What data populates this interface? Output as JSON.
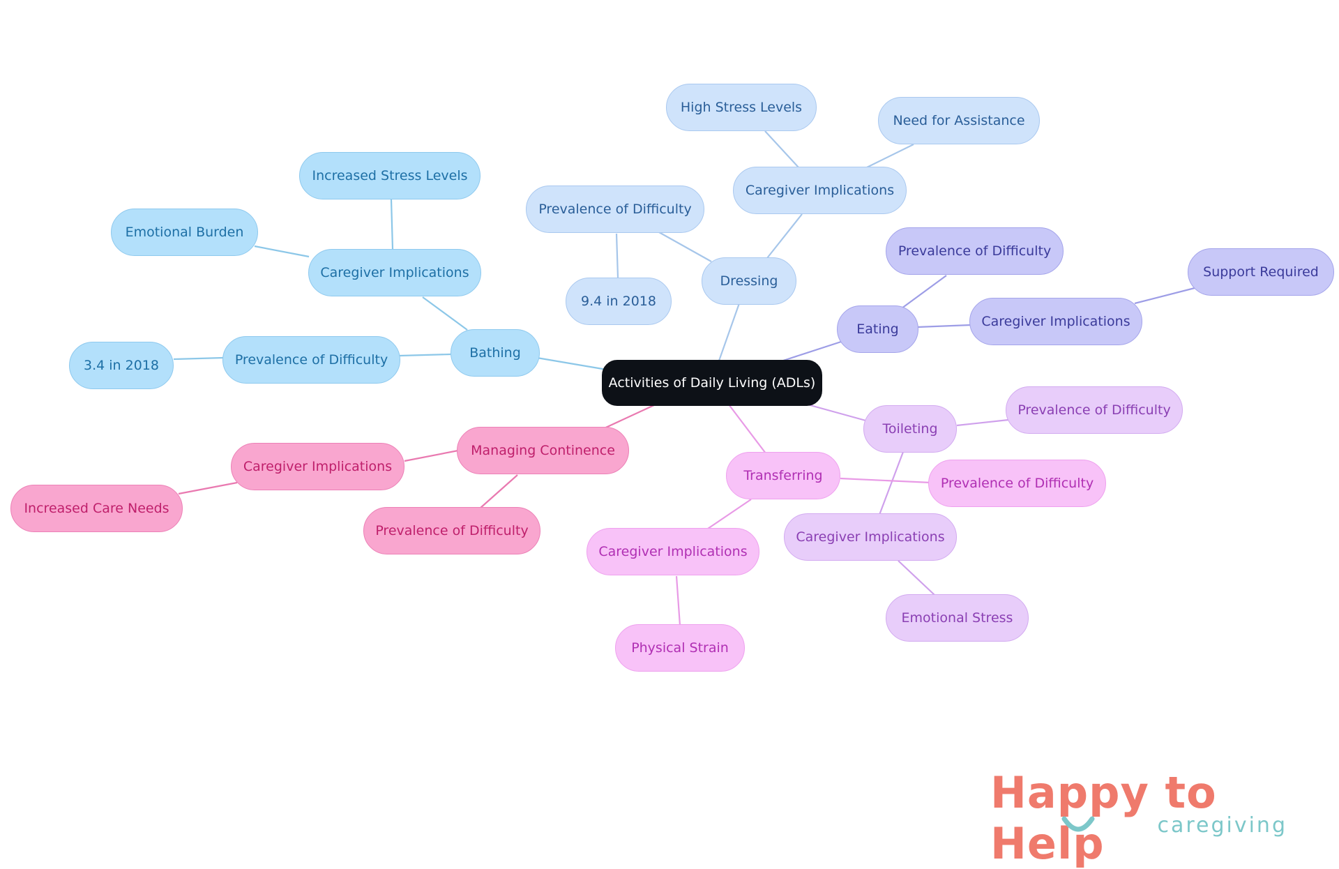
{
  "root": {
    "label": "Activities of Daily Living (ADLs)"
  },
  "branches": {
    "bathing": {
      "label": "Bathing",
      "prevalence": {
        "label": "Prevalence of Difficulty",
        "value": "3.4 in 2018"
      },
      "caregiver": {
        "label": "Caregiver Implications",
        "children": [
          "Increased Stress Levels",
          "Emotional Burden"
        ]
      }
    },
    "dressing": {
      "label": "Dressing",
      "prevalence": {
        "label": "Prevalence of Difficulty",
        "value": "9.4 in 2018"
      },
      "caregiver": {
        "label": "Caregiver Implications",
        "children": [
          "High Stress Levels",
          "Need for Assistance"
        ]
      }
    },
    "eating": {
      "label": "Eating",
      "prevalence": {
        "label": "Prevalence of Difficulty"
      },
      "caregiver": {
        "label": "Caregiver Implications",
        "children": [
          "Support Required"
        ]
      }
    },
    "toileting": {
      "label": "Toileting",
      "prevalence": {
        "label": "Prevalence of Difficulty"
      },
      "caregiver": {
        "label": "Caregiver Implications",
        "children": [
          "Emotional Stress"
        ]
      }
    },
    "transferring": {
      "label": "Transferring",
      "prevalence": {
        "label": "Prevalence of Difficulty"
      },
      "caregiver": {
        "label": "Caregiver Implications",
        "children": [
          "Physical Strain"
        ]
      }
    },
    "continence": {
      "label": "Managing Continence",
      "prevalence": {
        "label": "Prevalence of Difficulty"
      },
      "caregiver": {
        "label": "Caregiver Implications",
        "children": [
          "Increased Care Needs"
        ]
      }
    }
  },
  "colors": {
    "bathing": "#8cc7e8",
    "dressing": "#a6c6ea",
    "eating": "#9d9de6",
    "toileting": "#cfa0ec",
    "transferring": "#e89ae6",
    "continence": "#e979b0"
  },
  "logo": {
    "main": "Happy to Help",
    "sub": "caregiving"
  }
}
